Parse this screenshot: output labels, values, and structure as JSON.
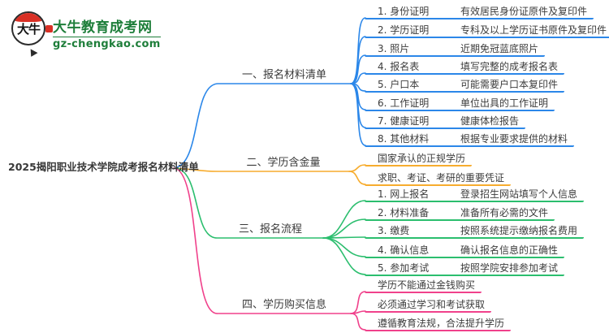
{
  "logo": {
    "bubble_text": "大牛",
    "brand": "大牛教育成考网",
    "domain": "gz-chengkao.com"
  },
  "title": "2025揭阳职业技术学院成考报名材料清单",
  "colors": {
    "blue": "#2B87E9",
    "orange": "#F7AC2E",
    "green": "#2BBE6E",
    "pink": "#F0418B",
    "brand": "#1E7E3A",
    "red": "#D93025",
    "text": "#3C3C3C"
  },
  "branches": [
    {
      "label": "一、报名材料清单",
      "items": [
        {
          "label": "1. 身份证明",
          "desc": "有效居民身份证原件及复印件"
        },
        {
          "label": "2. 学历证明",
          "desc": "专科及以上学历证书原件及复印件"
        },
        {
          "label": "3. 照片",
          "desc": "近期免冠蓝底照片"
        },
        {
          "label": "4. 报名表",
          "desc": "填写完整的成考报名表"
        },
        {
          "label": "5. 户口本",
          "desc": "可能需要户口本复印件"
        },
        {
          "label": "6. 工作证明",
          "desc": "单位出具的工作证明"
        },
        {
          "label": "7. 健康证明",
          "desc": "健康体检报告"
        },
        {
          "label": "8. 其他材料",
          "desc": "根据专业要求提供的材料"
        }
      ]
    },
    {
      "label": "二、学历含金量",
      "items": [
        {
          "desc": "国家承认的正规学历"
        },
        {
          "desc": "求职、考证、考研的重要凭证"
        }
      ]
    },
    {
      "label": "三、报名流程",
      "items": [
        {
          "label": "1. 网上报名",
          "desc": "登录招生网站填写个人信息"
        },
        {
          "label": "2. 材料准备",
          "desc": "准备所有必需的文件"
        },
        {
          "label": "3. 缴费",
          "desc": "按照系统提示缴纳报名费用"
        },
        {
          "label": "4. 确认信息",
          "desc": "确认报名信息的正确性"
        },
        {
          "label": "5. 参加考试",
          "desc": "按照学院安排参加考试"
        }
      ]
    },
    {
      "label": "四、学历购买信息",
      "items": [
        {
          "desc": "学历不能通过金钱购买"
        },
        {
          "desc": "必须通过学习和考试获取"
        },
        {
          "desc": "遵循教育法规，合法提升学历"
        }
      ]
    }
  ]
}
